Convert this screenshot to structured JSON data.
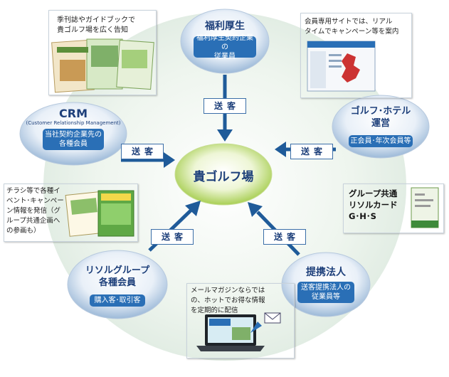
{
  "center": {
    "label": "貴ゴルフ場"
  },
  "nodes": {
    "welfare": {
      "title": "福利厚生",
      "desc_lines": [
        "福利厚生契約企業の",
        "従業員"
      ]
    },
    "crm": {
      "title": "CRM",
      "subtitle": "(Customer Relationship Management)",
      "desc_lines": [
        "当社契約企業先の",
        "各種会員"
      ]
    },
    "golf_hotel": {
      "title_lines": [
        "ゴルフ･ホテル",
        "運営"
      ],
      "desc": "正会員･年次会員等"
    },
    "resol_group": {
      "title_lines": [
        "リソルグループ",
        "各種会員"
      ],
      "desc": "購入客･取引客"
    },
    "partner": {
      "title": "提携法人",
      "desc_lines": [
        "送客提携法人の",
        "従業員等"
      ]
    }
  },
  "send_label": "送客",
  "cards": {
    "magazine": {
      "text_lines": [
        "季刊誌やガイドブックで",
        "貴ゴルフ場を広く告知"
      ]
    },
    "website": {
      "text_lines": [
        "会員専用サイトでは、リアル",
        "タイムでキャンペーン等を案内"
      ]
    },
    "flyer": {
      "text_lines": [
        "チラシ等で各種イ",
        "ベント･キャンペー",
        "ン情報を発信（グ",
        "ループ共通企画へ",
        "の参画も）"
      ]
    },
    "card_gs": {
      "text_lines": [
        "グループ共通",
        "リソルカード",
        "G･H･S"
      ]
    },
    "mail": {
      "text_lines": [
        "メールマガジンならでは",
        "の、ホットでお得な情報",
        "を定期的に配信"
      ]
    }
  },
  "colors": {
    "node_blue": "#2a6fb6",
    "arrow_blue": "#1f5b99",
    "center_green": "#b9d86a",
    "bg_circle": "#eaf2ec"
  }
}
